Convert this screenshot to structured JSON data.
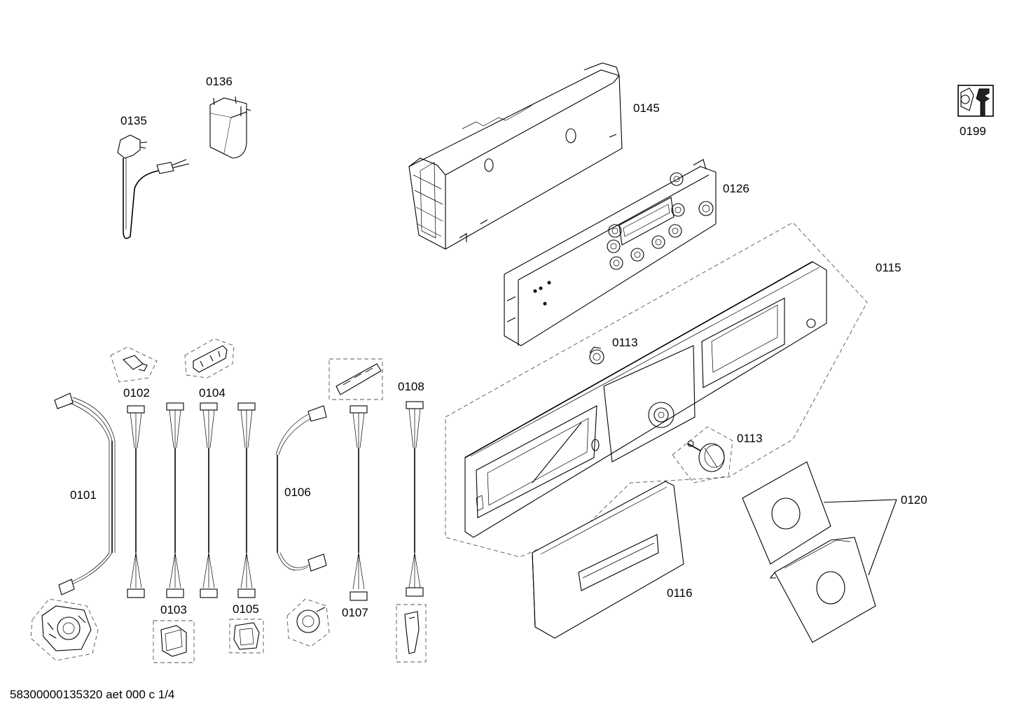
{
  "parts": {
    "p0101": "0101",
    "p0102": "0102",
    "p0103": "0103",
    "p0104": "0104",
    "p0105": "0105",
    "p0106": "0106",
    "p0107": "0107",
    "p0108": "0108",
    "p0113a": "0113",
    "p0113b": "0113",
    "p0115": "0115",
    "p0116": "0116",
    "p0120": "0120",
    "p0126": "0126",
    "p0135": "0135",
    "p0136": "0136",
    "p0145": "0145",
    "p0199": "0199"
  },
  "footer": "58300000135320 aet 000 c 1/4",
  "icons": {
    "tool": "wrench-nut-icon"
  }
}
